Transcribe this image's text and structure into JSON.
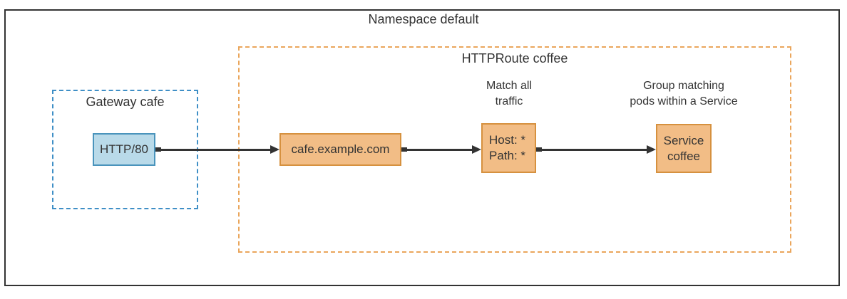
{
  "colors": {
    "outer_border": "#333333",
    "text": "#333333",
    "arrow": "#333333",
    "blue_fill": "#b9dae9",
    "blue_stroke": "#4a94bc",
    "blue_dash": "#3f8fc6",
    "orange_fill": "#f2bd86",
    "orange_stroke": "#d6913f",
    "orange_dash": "#eaa65c"
  },
  "diagram": {
    "namespace_label": "Namespace default",
    "gateway": {
      "label": "Gateway cafe",
      "listener_label": "HTTP/80"
    },
    "httproute": {
      "label": "HTTPRoute coffee",
      "hostname_label": "cafe.example.com",
      "match_annotation": {
        "line1": "Match all",
        "line2": "traffic"
      },
      "match_rule": {
        "host": "Host: *",
        "path": "Path: *"
      },
      "service_annotation": {
        "line1": "Group matching",
        "line2": "pods within a Service"
      },
      "service": {
        "line1": "Service",
        "line2": "coffee"
      }
    }
  }
}
